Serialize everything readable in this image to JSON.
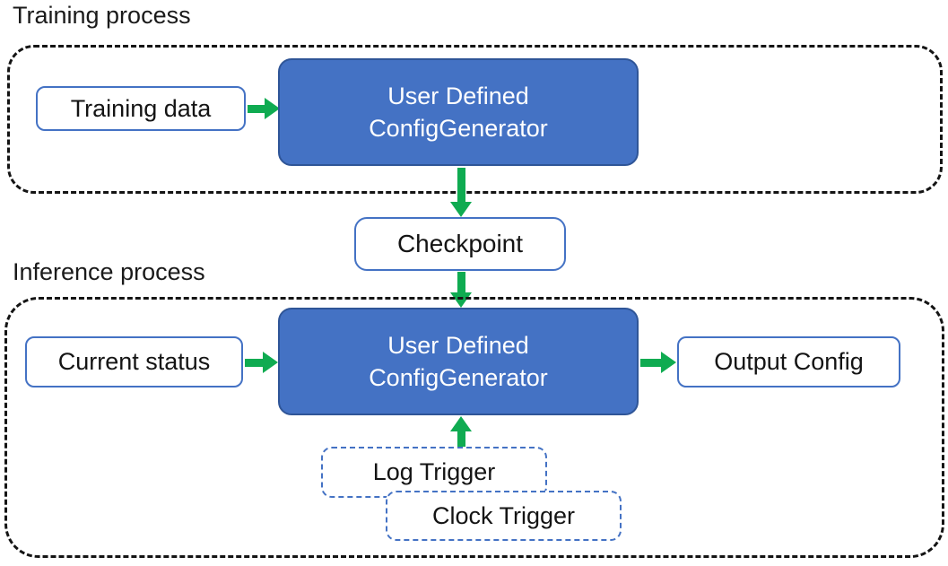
{
  "diagram": {
    "training": {
      "title": "Training process",
      "training_data_label": "Training data",
      "generator_line1": "User Defined",
      "generator_line2": "ConfigGenerator"
    },
    "checkpoint_label": "Checkpoint",
    "inference": {
      "title": "Inference process",
      "current_status_label": "Current status",
      "generator_line1": "User Defined",
      "generator_line2": "ConfigGenerator",
      "output_config_label": "Output Config",
      "log_trigger_label": "Log Trigger",
      "clock_trigger_label": "Clock Trigger"
    },
    "colors": {
      "node_fill_blue": "#4472C4",
      "node_border_blue": "#2F5597",
      "outline_blue": "#4472C4",
      "arrow_green": "#0FAB51",
      "dashed_black": "#141414",
      "text_dark": "#141414",
      "text_light": "#ffffff"
    }
  }
}
